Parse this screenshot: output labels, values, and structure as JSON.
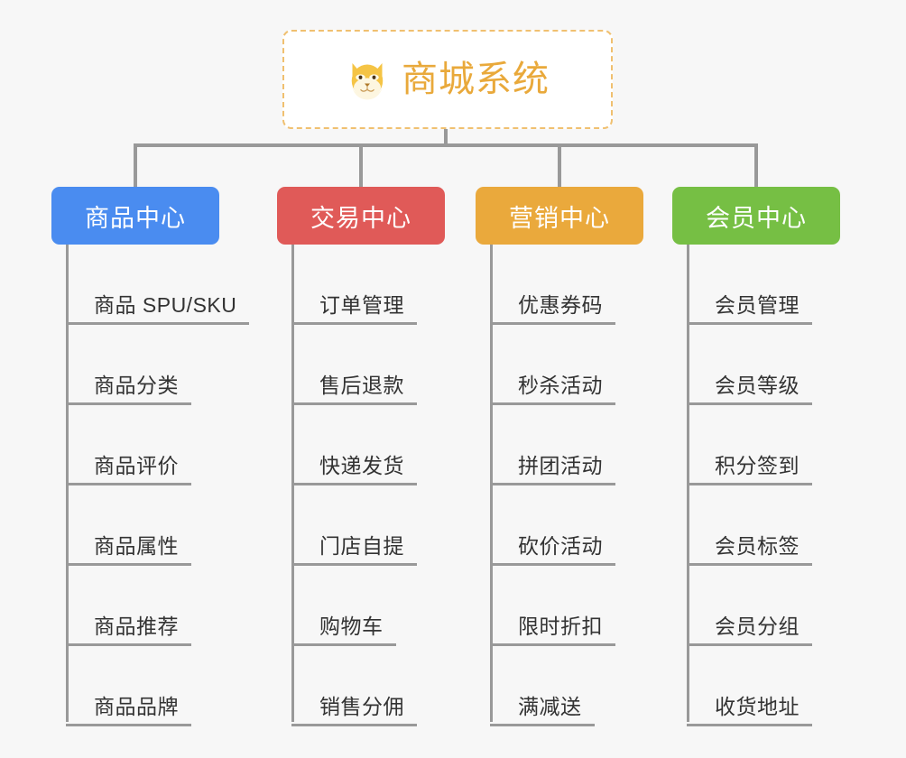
{
  "diagram": {
    "title": "商城系统",
    "background_color": "#f7f7f7",
    "connector_color": "#999999"
  },
  "root": {
    "label": "商城系统",
    "icon": "shiba-dog-face-icon",
    "text_color": "#e9a93b",
    "border_color": "#f0c070",
    "background": "#ffffff"
  },
  "columns": [
    {
      "header": "商品中心",
      "color": "#4a8cf0",
      "items": [
        "商品 SPU/SKU",
        "商品分类",
        "商品评价",
        "商品属性",
        "商品推荐",
        "商品品牌"
      ]
    },
    {
      "header": "交易中心",
      "color": "#e05a58",
      "items": [
        "订单管理",
        "售后退款",
        "快递发货",
        "门店自提",
        "购物车",
        "销售分佣"
      ]
    },
    {
      "header": "营销中心",
      "color": "#eaa93c",
      "items": [
        "优惠券码",
        "秒杀活动",
        "拼团活动",
        "砍价活动",
        "限时折扣",
        "满减送"
      ]
    },
    {
      "header": "会员中心",
      "color": "#76bf44",
      "items": [
        "会员管理",
        "会员等级",
        "积分签到",
        "会员标签",
        "会员分组",
        "收货地址"
      ]
    }
  ]
}
